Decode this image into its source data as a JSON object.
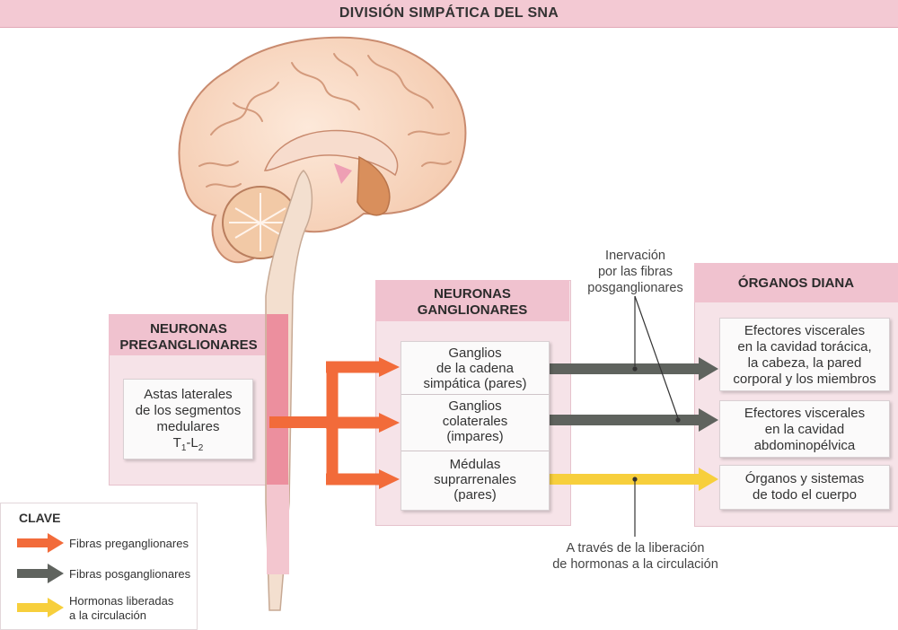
{
  "title": "DIVISIÓN SIMPÁTICA DEL SNA",
  "preganglionic": {
    "header_line1": "NEURONAS",
    "header_line2": "PREGANGLIONARES",
    "box_line1": "Astas laterales",
    "box_line2": "de los segmentos",
    "box_line3": "medulares",
    "box_T": "T",
    "box_T_sub": "1",
    "box_dash": "-L",
    "box_L_sub": "2"
  },
  "ganglionic": {
    "header_line1": "NEURONAS",
    "header_line2": "GANGLIONARES",
    "items": [
      {
        "l1": "Ganglios",
        "l2": "de la cadena",
        "l3": "simpática (pares)"
      },
      {
        "l1": "Ganglios",
        "l2": "colaterales",
        "l3": "(impares)"
      },
      {
        "l1": "Médulas",
        "l2": "suprarrenales",
        "l3": "(pares)"
      }
    ]
  },
  "targets": {
    "header": "ÓRGANOS DIANA",
    "items": [
      {
        "l1": "Efectores viscerales",
        "l2": "en la cavidad torácica,",
        "l3": "la cabeza, la pared",
        "l4": "corporal y los miembros"
      },
      {
        "l1": "Efectores viscerales",
        "l2": "en la cavidad",
        "l3": "abdominopélvica"
      },
      {
        "l1": "Órganos y sistemas",
        "l2": "de todo el cuerpo"
      }
    ]
  },
  "notes": {
    "innervation_l1": "Inervación",
    "innervation_l2": "por las fibras",
    "innervation_l3": "posganglionares",
    "hormones_l1": "A través de la liberación",
    "hormones_l2": "de hormonas a la circulación"
  },
  "key": {
    "title": "CLAVE",
    "items": [
      {
        "label_l1": "Fibras preganglionares",
        "label_l2": "",
        "color": "#f26b3a"
      },
      {
        "label_l1": "Fibras posganglionares",
        "label_l2": "",
        "color": "#5f635e"
      },
      {
        "label_l1": "Hormonas liberadas",
        "label_l2": "a la circulación",
        "color": "#f7cf3c"
      }
    ]
  },
  "colors": {
    "preganglionic": "#f26b3a",
    "postganglionic": "#5f635e",
    "hormone": "#f7cf3c",
    "panel": "#f6e3e8",
    "panel_header": "#f0c2cf"
  }
}
